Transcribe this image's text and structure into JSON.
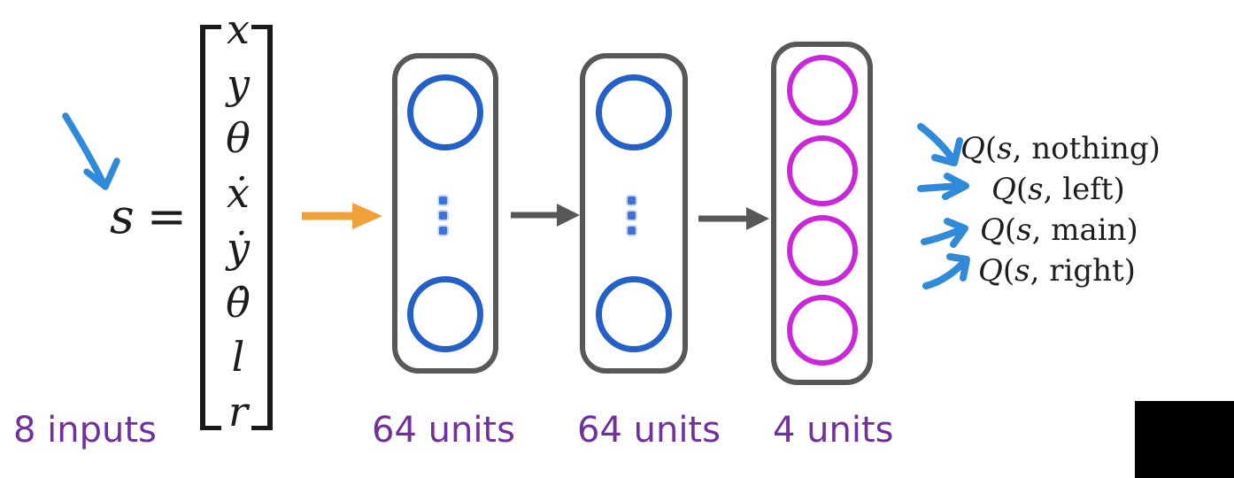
{
  "title": "Deep Q-Network architecture diagram (state to Q-values)",
  "colors": {
    "hand_arrow_blue": "#2f8ad9",
    "node_blue": "#2361c8",
    "node_magenta": "#ca27da",
    "box_gray": "#58585a",
    "arrow_orange": "#f0a138",
    "label_purple": "#7030a0",
    "text_black": "#1c1c1c",
    "background": "#ffffff"
  },
  "input": {
    "state_symbol": "s",
    "equals_sign": "=",
    "vector_entries": [
      "x",
      "y",
      "θ",
      "ẋ",
      "ẏ",
      "θ̇",
      "l",
      "r"
    ],
    "label": "8 inputs"
  },
  "layers": [
    {
      "label": "64 units"
    },
    {
      "label": "64 units"
    },
    {
      "label": "4 units"
    }
  ],
  "outputs": [
    {
      "q": "Q",
      "open": "(",
      "s": "s",
      "rest": ", nothing)"
    },
    {
      "q": "Q",
      "open": "(",
      "s": "s",
      "rest": ", left)"
    },
    {
      "q": "Q",
      "open": "(",
      "s": "s",
      "rest": ", main)"
    },
    {
      "q": "Q",
      "open": "(",
      "s": "s",
      "rest": ", right)"
    }
  ],
  "icons": {
    "input_pointer": "hand-drawn-arrow-down-right",
    "input_to_layer1": "orange-arrow-right",
    "layer1_to_layer2": "gray-arrow-right",
    "layer2_to_layer3": "gray-arrow-right",
    "output_pointers": [
      "hand-arrow-down-right",
      "hand-arrow-right",
      "hand-arrow-up-right",
      "hand-arrow-up-right"
    ]
  }
}
